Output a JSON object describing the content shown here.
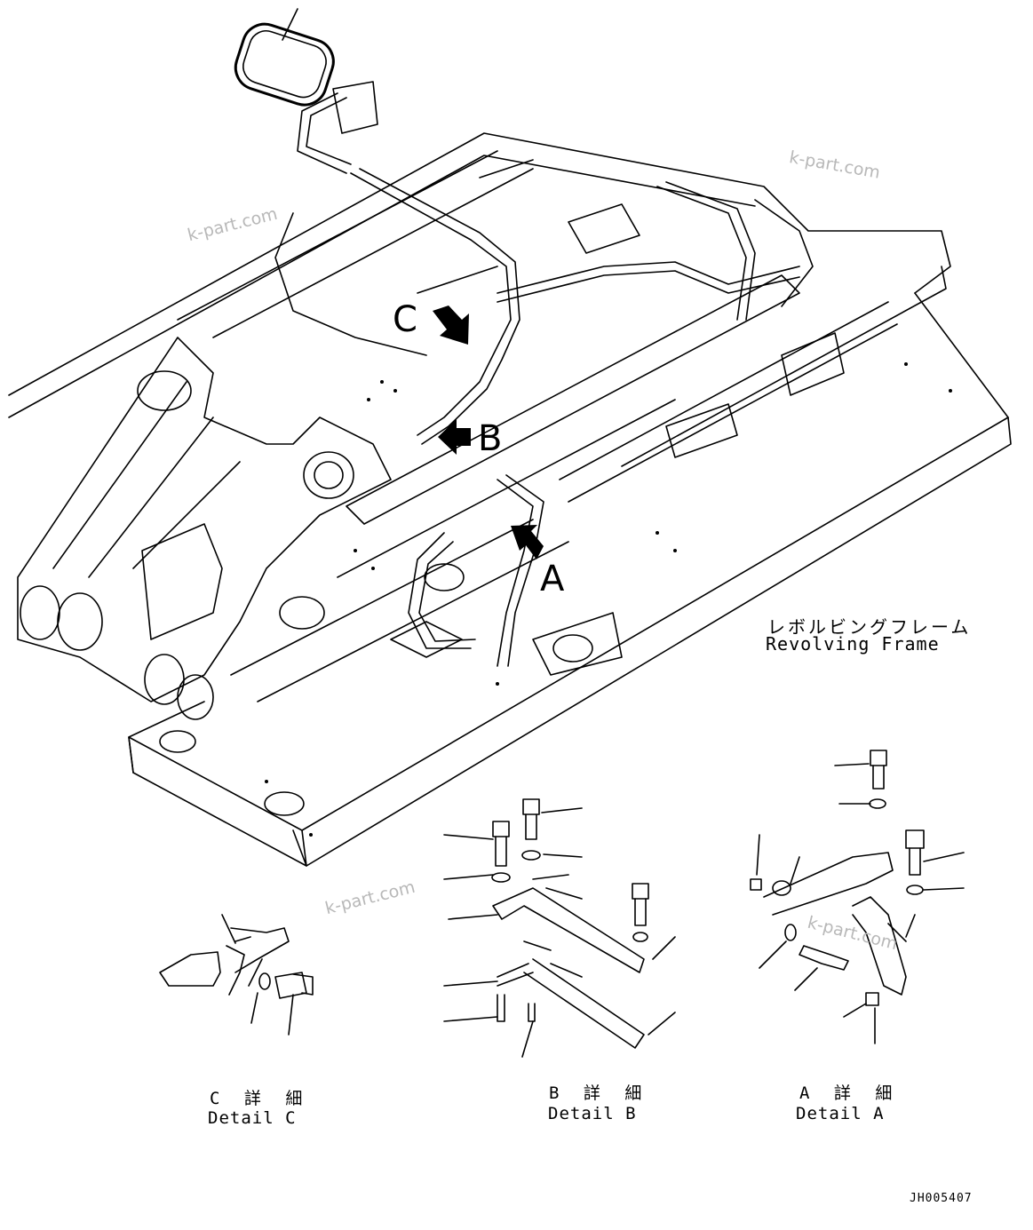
{
  "callouts": {
    "a": "A",
    "b": "B",
    "c": "C"
  },
  "frame_label": {
    "jp": "レボルビングフレーム",
    "en": "Revolving Frame"
  },
  "details": {
    "c": {
      "jp": "C 詳 細",
      "en": "Detail C"
    },
    "b": {
      "jp": "B 詳 細",
      "en": "Detail B"
    },
    "a": {
      "jp": "A 詳 細",
      "en": "Detail A"
    }
  },
  "watermark": "k-part.com",
  "drawing_code": "JH005407",
  "colors": {
    "line": "#000000",
    "watermark": "#b8b8b8",
    "background": "#ffffff"
  },
  "icons": [
    "arrow-icon",
    "bolt-icon",
    "washer-icon",
    "clamp-icon",
    "hose-icon"
  ]
}
